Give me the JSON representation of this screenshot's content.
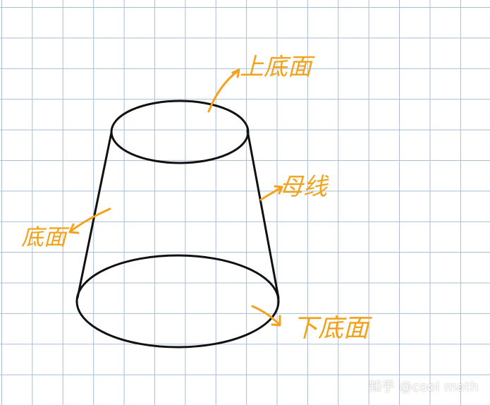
{
  "labels": {
    "top_base": "上底面",
    "generatrix": "母线",
    "side": "底面",
    "bottom_base": "下底面"
  },
  "watermark": "知乎 @cool math",
  "colors": {
    "background": "#ffffff",
    "grid": "#a9bdd6",
    "outline": "#111111",
    "annotation": "#f2a31b"
  }
}
